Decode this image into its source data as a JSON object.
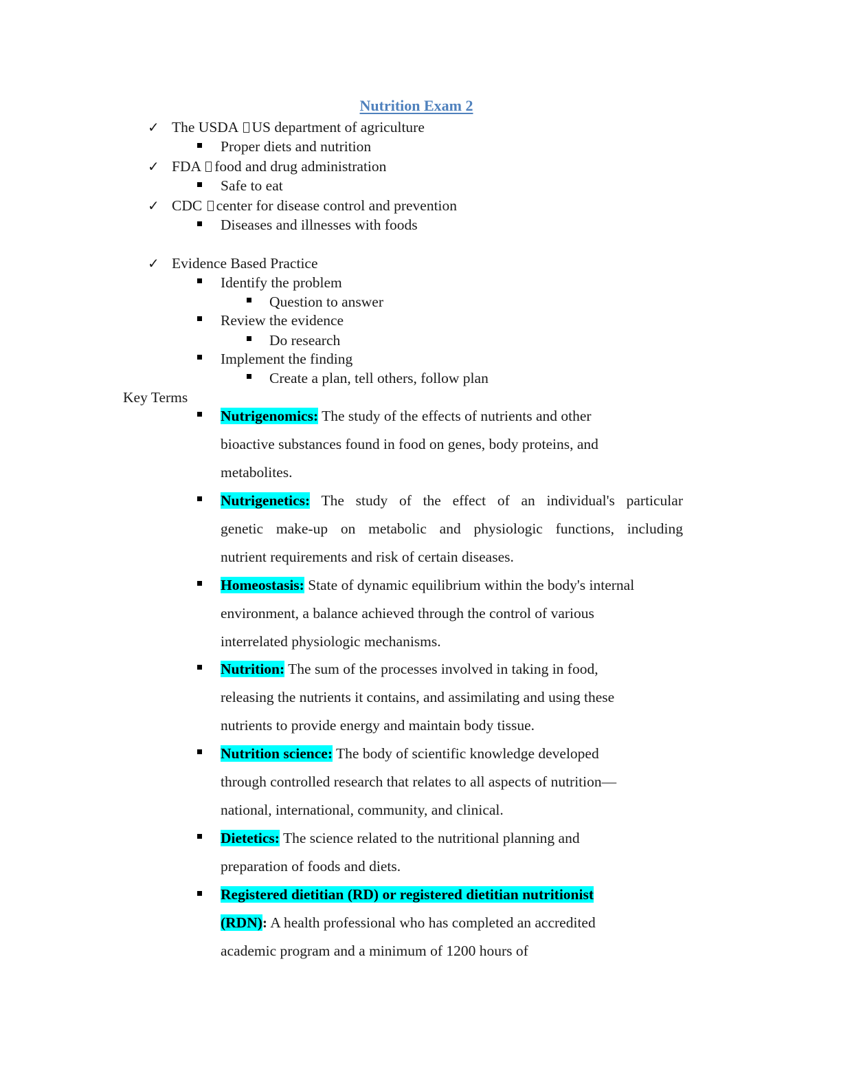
{
  "title": "Nutrition Exam 2",
  "agencies": [
    {
      "abbr": "The USDA",
      "full": "US department of agriculture",
      "note": "Proper diets and nutrition"
    },
    {
      "abbr": "FDA",
      "full": "food and drug administration",
      "note": "Safe to eat"
    },
    {
      "abbr": "CDC",
      "full": "center for disease control and prevention",
      "note": "Diseases and illnesses with foods"
    }
  ],
  "ebp": {
    "heading": "Evidence Based Practice",
    "steps": [
      {
        "label": "Identify the problem",
        "detail": "Question to answer"
      },
      {
        "label": "Review the evidence",
        "detail": "Do research"
      },
      {
        "label": "Implement the finding",
        "detail": "Create a plan, tell others, follow plan"
      }
    ]
  },
  "key_terms_heading": "Key Terms",
  "terms": [
    {
      "term": "Nutrigenomics:",
      "lines": [
        "The study of the effects of nutrients and other",
        "bioactive substances found in food on genes, body proteins, and",
        "metabolites."
      ]
    },
    {
      "term": "Nutrigenetics:",
      "lines": [
        "The study of the effect of an individual's particular",
        "genetic make-up on metabolic and physiologic functions, including",
        "nutrient requirements and risk of certain diseases."
      ]
    },
    {
      "term": "Homeostasis:",
      "lines": [
        "State of dynamic equilibrium within the body's internal",
        "environment, a balance achieved through the control of various",
        "interrelated physiologic mechanisms."
      ]
    },
    {
      "term": "Nutrition:",
      "lines": [
        "The sum of the processes involved in taking in food,",
        "releasing the nutrients it contains, and assimilating and using these",
        "nutrients to provide energy and maintain body tissue."
      ]
    },
    {
      "term": "Nutrition science:",
      "lines": [
        "The body of scientific knowledge developed",
        "through controlled research that relates to all aspects of nutrition—",
        "national, international, community, and clinical."
      ]
    },
    {
      "term": "Dietetics:",
      "lines": [
        "The science related to the nutritional planning and",
        "preparation of foods and diets."
      ]
    },
    {
      "term_line1": "Registered dietitian (RD) or registered dietitian nutritionist",
      "term_line2": "(RDN)",
      "colon": ":",
      "lines": [
        "A health professional who has completed an accredited",
        "academic program and a minimum of 1200 hours of"
      ]
    }
  ],
  "colors": {
    "title": "#4f81bd",
    "highlight": "#00ffff"
  }
}
